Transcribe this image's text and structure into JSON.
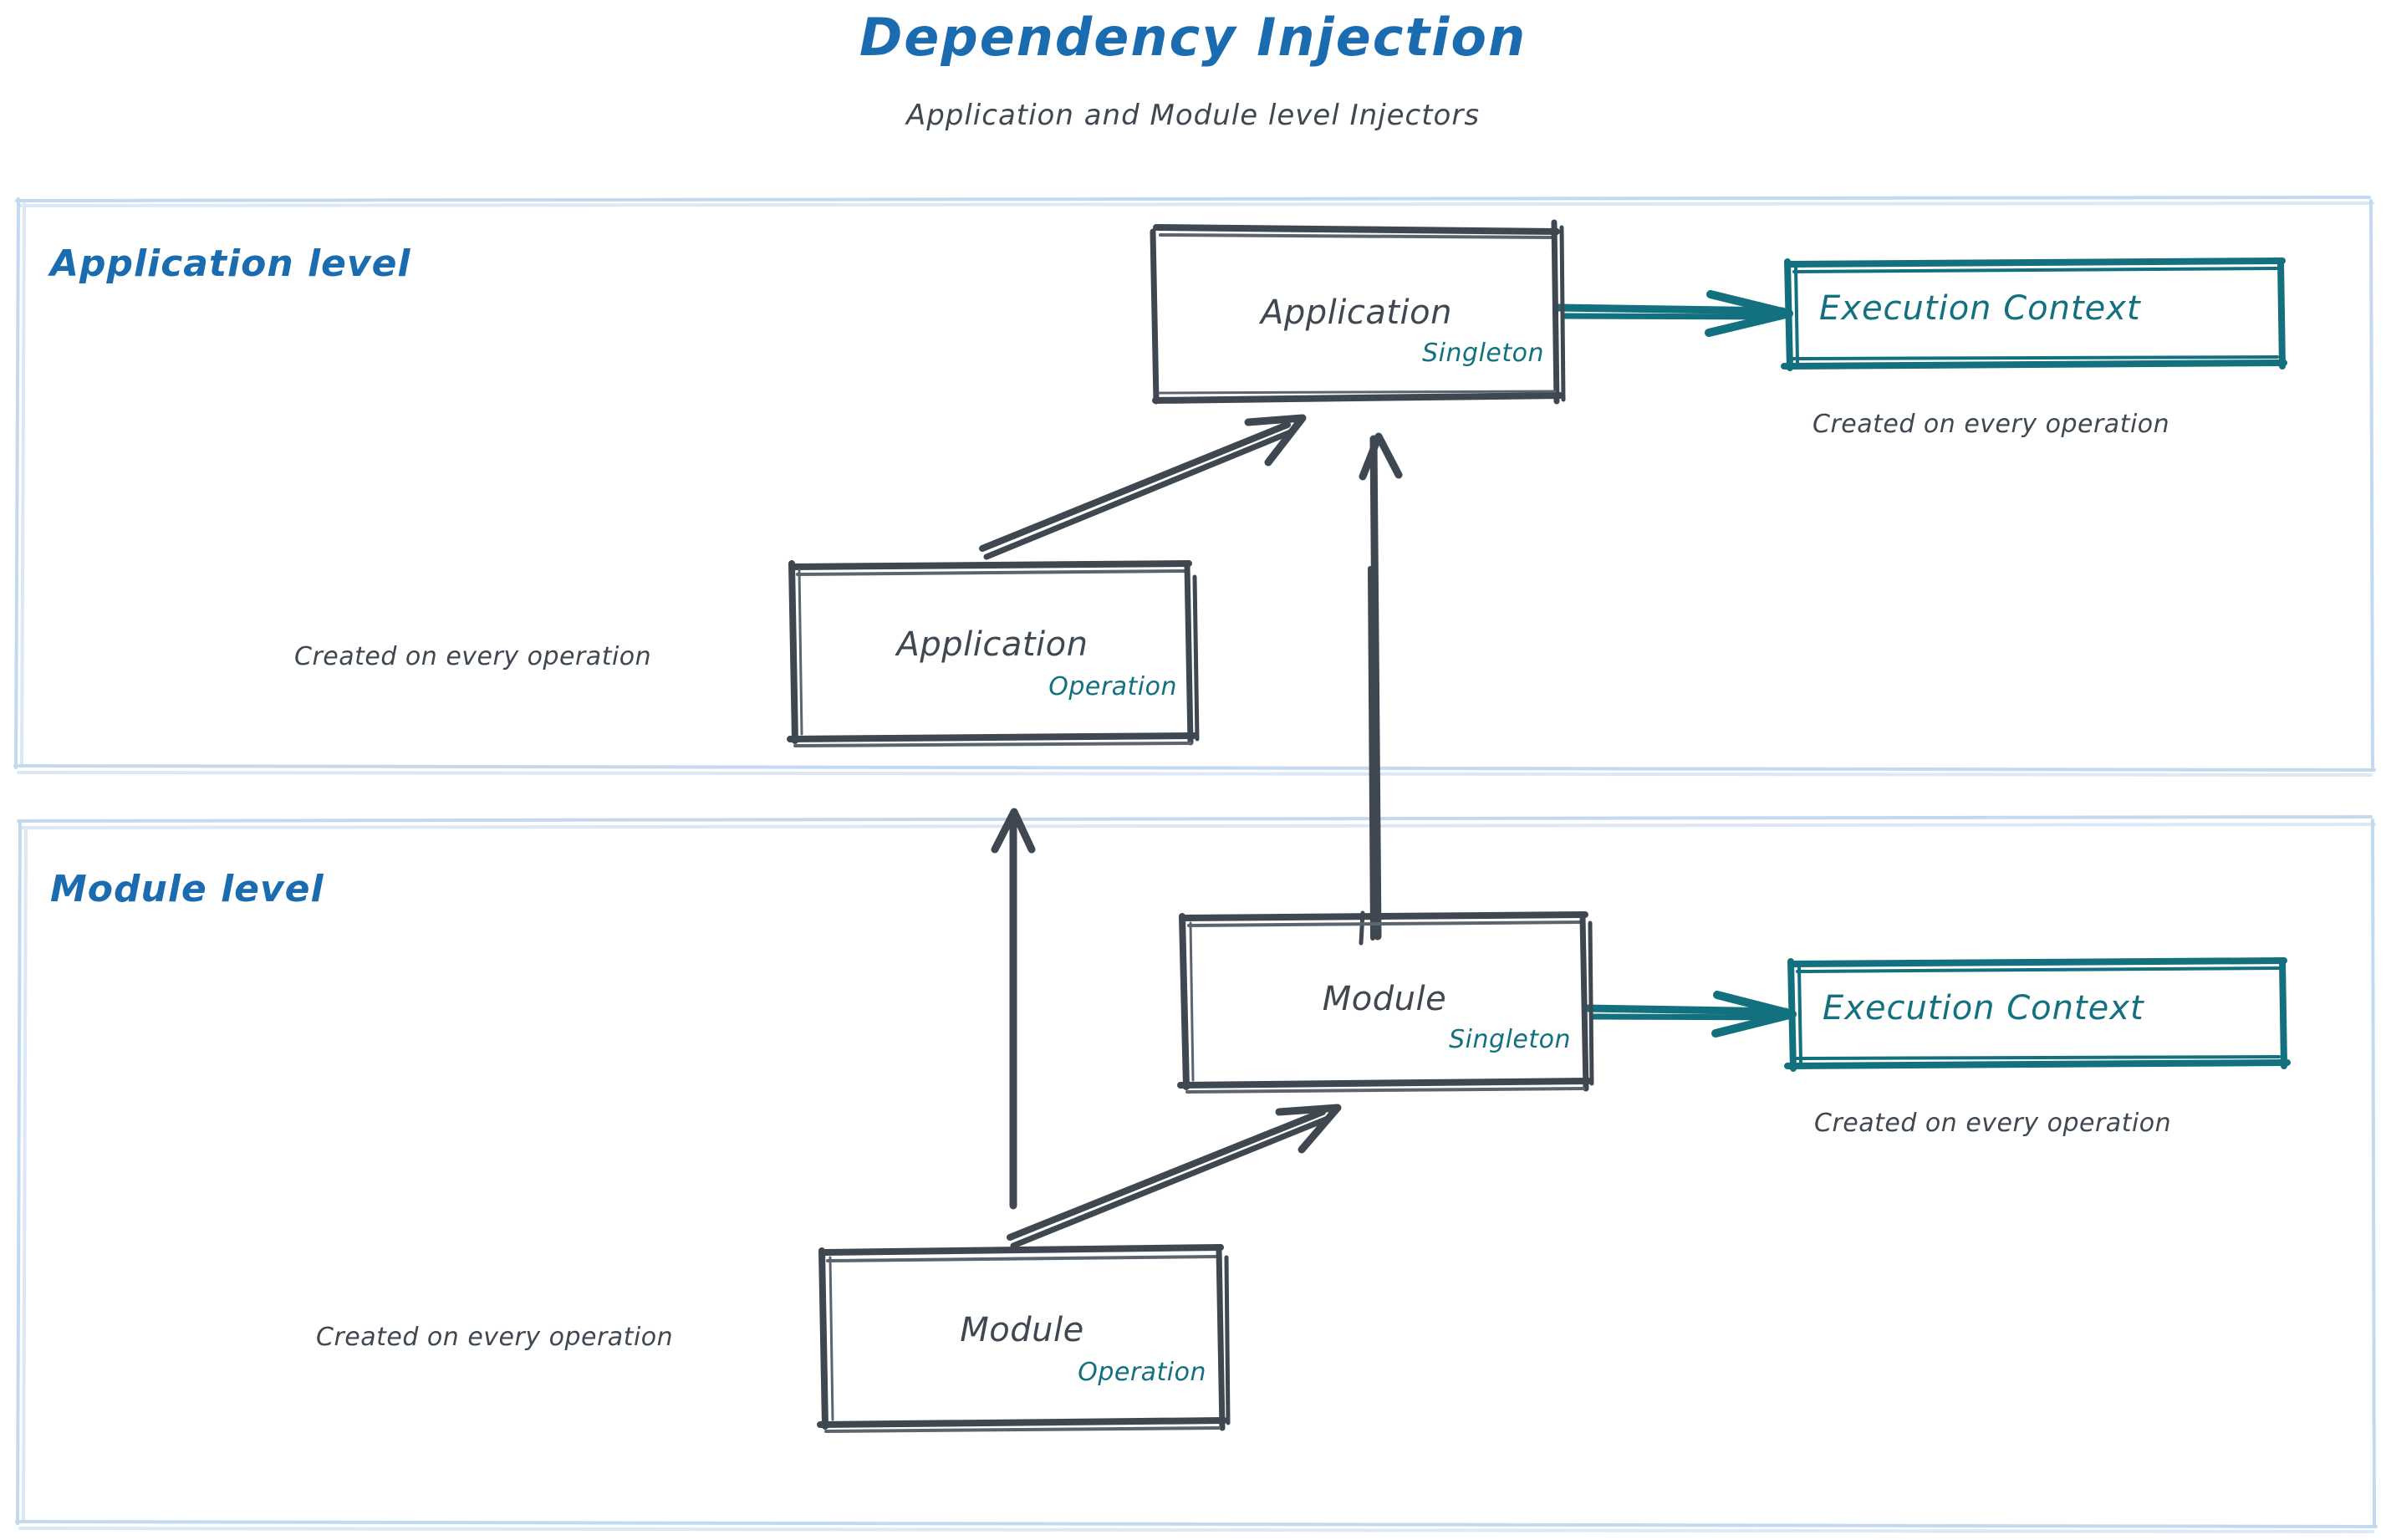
{
  "header": {
    "title": "Dependency Injection",
    "subtitle": "Application and Module level Injectors"
  },
  "colors": {
    "title_blue": "#1b6bb0",
    "lane_blue": "#1b6bb0",
    "lane_border": "#c3d9ee",
    "ink_gray": "#3f4750",
    "teal": "#12707f",
    "background": "#ffffff"
  },
  "lanes": [
    {
      "id": "application-level",
      "label": "Application level"
    },
    {
      "id": "module-level",
      "label": "Module level"
    }
  ],
  "nodes": [
    {
      "id": "application-singleton",
      "title": "Application",
      "scope": "Singleton",
      "lane": "application-level"
    },
    {
      "id": "application-operation",
      "title": "Application",
      "scope": "Operation",
      "lane": "application-level"
    },
    {
      "id": "execution-context-application",
      "title": "Execution Context",
      "lane": "application-level"
    },
    {
      "id": "module-singleton",
      "title": "Module",
      "scope": "Singleton",
      "lane": "module-level"
    },
    {
      "id": "module-operation",
      "title": "Module",
      "scope": "Operation",
      "lane": "module-level"
    },
    {
      "id": "execution-context-module",
      "title": "Execution Context",
      "lane": "module-level"
    }
  ],
  "captions": {
    "exec_context_application": "Created on every operation",
    "application_operation": "Created on every operation",
    "exec_context_module": "Created on every operation",
    "module_operation": "Created on every operation"
  },
  "connections": [
    {
      "id": "application-singleton-to-execution-context",
      "from": "application-singleton",
      "to": "execution-context-application",
      "style": "teal-arrow"
    },
    {
      "id": "application-operation-to-application-singleton",
      "from": "application-operation",
      "to": "application-singleton",
      "style": "gray-arrow"
    },
    {
      "id": "module-singleton-to-application-singleton",
      "from": "module-singleton",
      "to": "application-singleton",
      "style": "gray-arrow"
    },
    {
      "id": "module-singleton-to-execution-context",
      "from": "module-singleton",
      "to": "execution-context-module",
      "style": "teal-arrow"
    },
    {
      "id": "module-operation-to-module-singleton",
      "from": "module-operation",
      "to": "module-singleton",
      "style": "gray-arrow"
    },
    {
      "id": "module-operation-to-application-operation",
      "from": "module-operation",
      "to": "application-operation",
      "style": "gray-arrow"
    }
  ]
}
